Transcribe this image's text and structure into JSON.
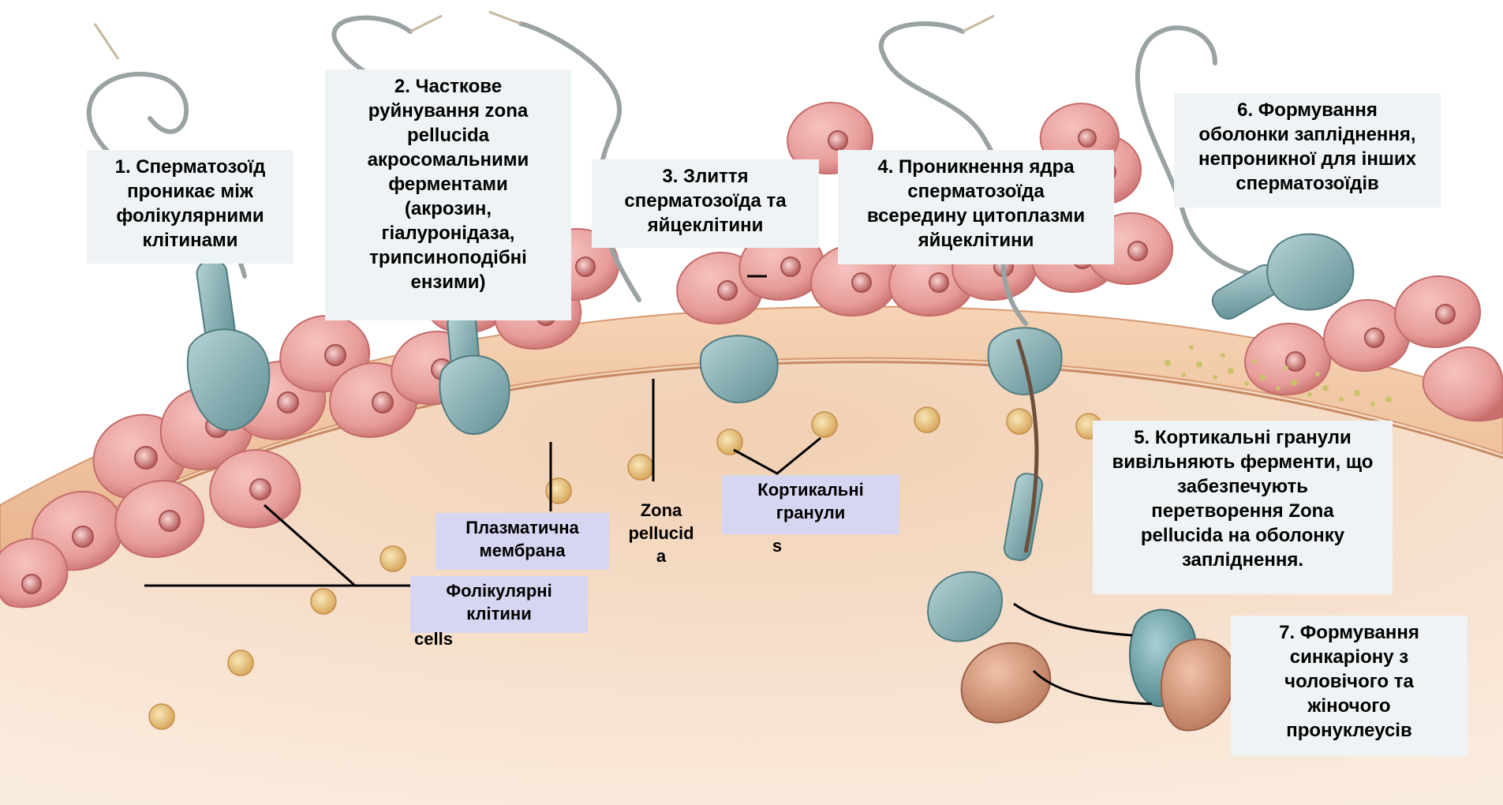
{
  "steps": {
    "s1": "1. Сперматозоїд\nпроникає між\nфолікулярними\nклітинами",
    "s2": "2. Часткове\nруйнування zona\npellucida\nакросомальними\nферментами\n(акрозин,\nгіалуронідаза,\nтрипсиноподібні\nензими)",
    "s3": "3. Злиття\nсперматозоїда та\nяйцеклітини",
    "s4": "4. Проникнення ядра\nсперматозоїда\nвсередину цитоплазми\nяйцеклітини",
    "s5": "5. Кортикальні гранули\nвивільняють ферменти, що\nзабезпечують\nперетворення Zona\npellucida на оболонку\nзапліднення.",
    "s6": "6. Формування\nоболонки запліднення,\nнепроникної для інших\nсперматозоїдів",
    "s7": "7. Формування\nсинкаріону з\nчоловічого та\nжіночого\nпронуклеусів"
  },
  "labels": {
    "plasma": "Плазматична\nмембрана",
    "zona": "Zona\npellucid\na",
    "cortical": "Кортикальні\nгранули",
    "cortical_residue": "s",
    "follicular": "Фолікулярні\nклітини",
    "follicular_residue": "cells"
  },
  "colors": {
    "follicle_cell": "#e9a3a0",
    "follicle_dark": "#c86f6e",
    "zona": "#f1c7a2",
    "cytoplasm": "#f4dcc5",
    "sperm": "#7fa9ad",
    "cortical_granule": "#e6c57a",
    "box_bg": "#eef4f5",
    "label_bg": "#d7d6f2"
  }
}
